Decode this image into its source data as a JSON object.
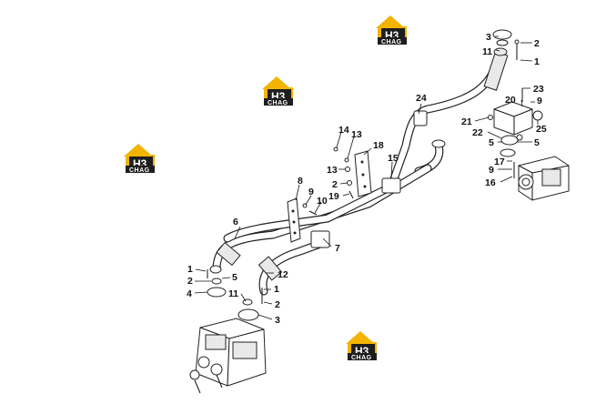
{
  "logos": [
    {
      "mark": "H3",
      "word": "CHAG"
    },
    {
      "mark": "H3",
      "word": "CHAG"
    },
    {
      "mark": "H3",
      "word": "CHAG"
    },
    {
      "mark": "H3",
      "word": "CHAG"
    }
  ],
  "colors": {
    "logo_yellow": "#f2b400",
    "logo_dark": "#1e1e1e",
    "line": "#111111"
  },
  "callouts": {
    "c1": "3",
    "c2": "11",
    "c3": "2",
    "c4": "1",
    "c5": "23",
    "c6": "20",
    "c7": "9",
    "c8": "24",
    "c9": "21",
    "c10": "22",
    "c11": "25",
    "c12": "5",
    "c13": "5",
    "c14": "17",
    "c15": "9",
    "c16": "16",
    "c17": "14",
    "c18": "13",
    "c19": "18",
    "c20": "13",
    "c21": "15",
    "c22": "2",
    "c23": "19",
    "c24": "8",
    "c25": "9",
    "c26": "10",
    "c27": "6",
    "c28": "7",
    "c29": "1",
    "c30": "2",
    "c31": "5",
    "c32": "4",
    "c33": "12",
    "c34": "1",
    "c35": "11",
    "c36": "2",
    "c37": "3"
  }
}
